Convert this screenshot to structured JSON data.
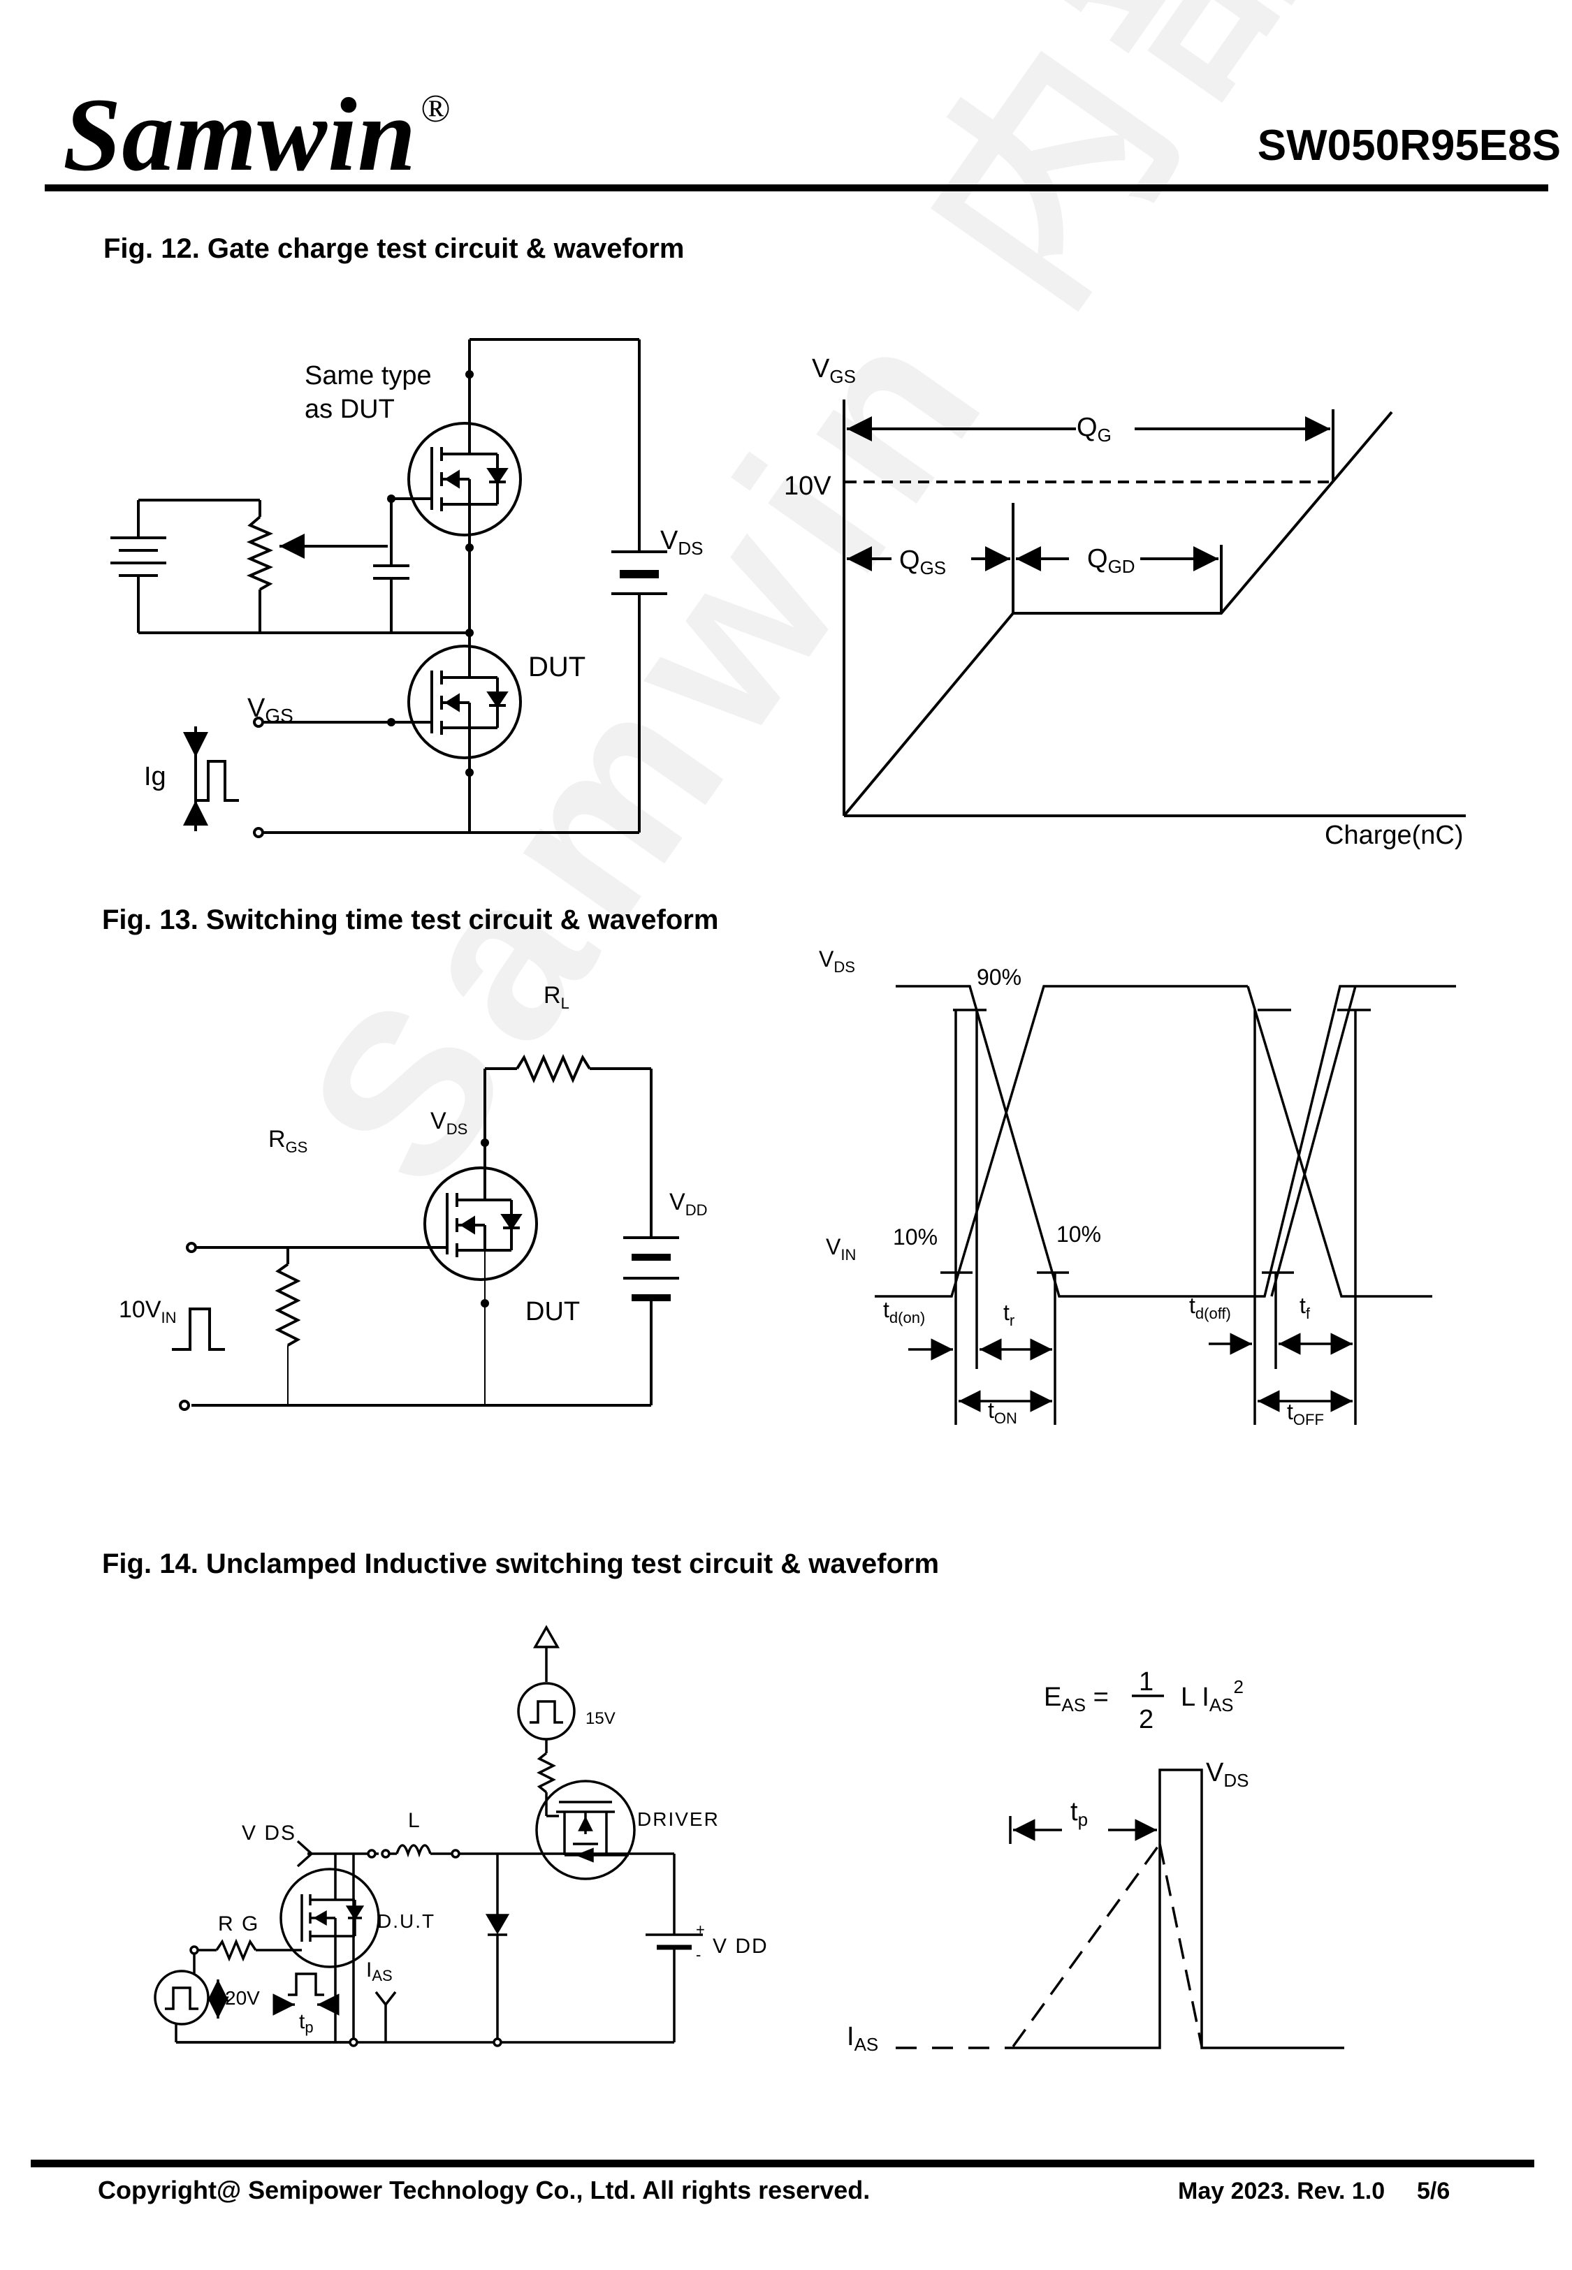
{
  "header": {
    "logo_text": "Samwin",
    "logo_mark": "®",
    "part_number": "SW050R95E8S"
  },
  "watermark": {
    "text": "Samwin 内部保密"
  },
  "fig12": {
    "title": "Fig. 12. Gate charge test circuit & waveform",
    "circuit": {
      "label_same_type_1": "Same type",
      "label_same_type_2": "as DUT",
      "label_vds_main": "V",
      "label_vds_sub": "DS",
      "label_dut": "DUT",
      "label_vgs_main": "V",
      "label_vgs_sub": "GS",
      "label_ig": "Ig"
    },
    "waveform": {
      "vgs_main": "V",
      "vgs_sub": "GS",
      "qg_main": "Q",
      "qg_sub": "G",
      "ten_v": "10V",
      "qgs_main": "Q",
      "qgs_sub": "GS",
      "qgd_main": "Q",
      "qgd_sub": "GD",
      "xaxis": "Charge(nC)"
    }
  },
  "fig13": {
    "title": "Fig. 13. Switching time test circuit & waveform",
    "circuit": {
      "rl_main": "R",
      "rl_sub": "L",
      "rgs_main": "R",
      "rgs_sub": "GS",
      "vds_main": "V",
      "vds_sub": "DS",
      "vdd_main": "V",
      "vdd_sub": "DD",
      "vin_main": "10V",
      "vin_sub": "IN",
      "dut": "DUT"
    },
    "waveform": {
      "vds_main": "V",
      "vds_sub": "DS",
      "p90": "90%",
      "vin_main": "V",
      "vin_sub": "IN",
      "p10a": "10%",
      "p10b": "10%",
      "tdon_main": "t",
      "tdon_sub": "d(on)",
      "tr_main": "t",
      "tr_sub": "r",
      "tdoff_main": "t",
      "tdoff_sub": "d(off)",
      "tf_main": "t",
      "tf_sub": "f",
      "ton_main": "t",
      "ton_sub": "ON",
      "toff_main": "t",
      "toff_sub": "OFF"
    }
  },
  "fig14": {
    "title": "Fig. 14. Unclamped Inductive switching test circuit & waveform",
    "circuit": {
      "v15": "15V",
      "driver": "DRIVER",
      "vds": "V DS",
      "l": "L",
      "rg": "R G",
      "dut": "D.U.T",
      "ias_main": "I",
      "ias_sub": "AS",
      "v20": "20V",
      "tp_main": "t",
      "tp_sub": "p",
      "vdd": "V DD",
      "plus": "+",
      "minus": "-"
    },
    "waveform": {
      "eas_main": "E",
      "eas_sub": "AS",
      "eq": " =",
      "half_num": "1",
      "half_den": "2",
      "l_ias": "L I",
      "l_ias_sub": "AS",
      "sq": "2",
      "vds_main": "V",
      "vds_sub": "DS",
      "tp_main": "t",
      "tp_sub": "p",
      "ias_main": "I",
      "ias_sub": "AS"
    }
  },
  "footer": {
    "copyright": "Copyright@ Semipower Technology Co., Ltd. All rights reserved.",
    "date_rev": "May 2023. Rev. 1.0",
    "page": "5/6"
  }
}
